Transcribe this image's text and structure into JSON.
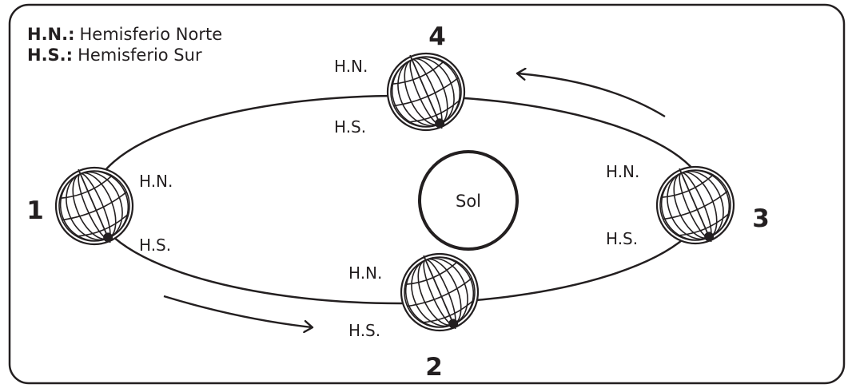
{
  "legend": {
    "north": {
      "key": "H.N.:",
      "text": "Hemisferio Norte"
    },
    "south": {
      "key": "H.S.:",
      "text": "Hemisferio Sur"
    }
  },
  "sun_label": "Sol",
  "hemisphere_labels": {
    "north": "H.N.",
    "south": "H.S."
  },
  "positions": [
    {
      "id": "1",
      "number": "1"
    },
    {
      "id": "2",
      "number": "2"
    },
    {
      "id": "3",
      "number": "3"
    },
    {
      "id": "4",
      "number": "4"
    }
  ],
  "colors": {
    "ink": "#231f20",
    "background": "#ffffff"
  }
}
